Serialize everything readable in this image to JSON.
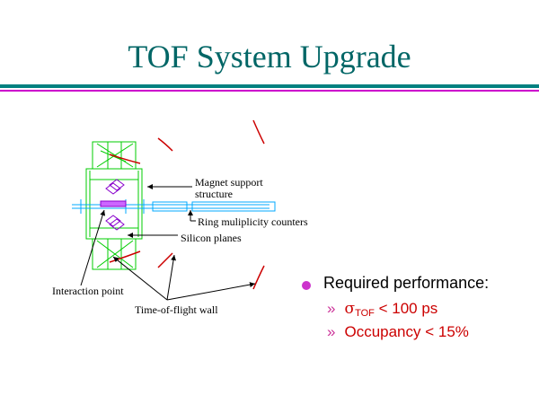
{
  "slide": {
    "title": "TOF System Upgrade"
  },
  "diagram": {
    "labels": {
      "magnet_support_line1": "Magnet support",
      "magnet_support_line2": "structure",
      "ring_counters": "Ring muliplicity counters",
      "silicon_planes": "Silicon planes",
      "interaction_point": "Interaction point",
      "tof_wall": "Time-of-flight wall"
    },
    "colors": {
      "detector": "#00cc00",
      "beamline": "#00aaff",
      "wall": "#cc0000",
      "silicon": "#8800cc",
      "leader": "#000000"
    }
  },
  "bullets": {
    "heading": "Required performance:",
    "marker": "»",
    "items": [
      {
        "symbol": "σ",
        "subscript": "TOF",
        "text": " < 100 ps"
      },
      {
        "text": "Occupancy < 15%"
      }
    ]
  }
}
